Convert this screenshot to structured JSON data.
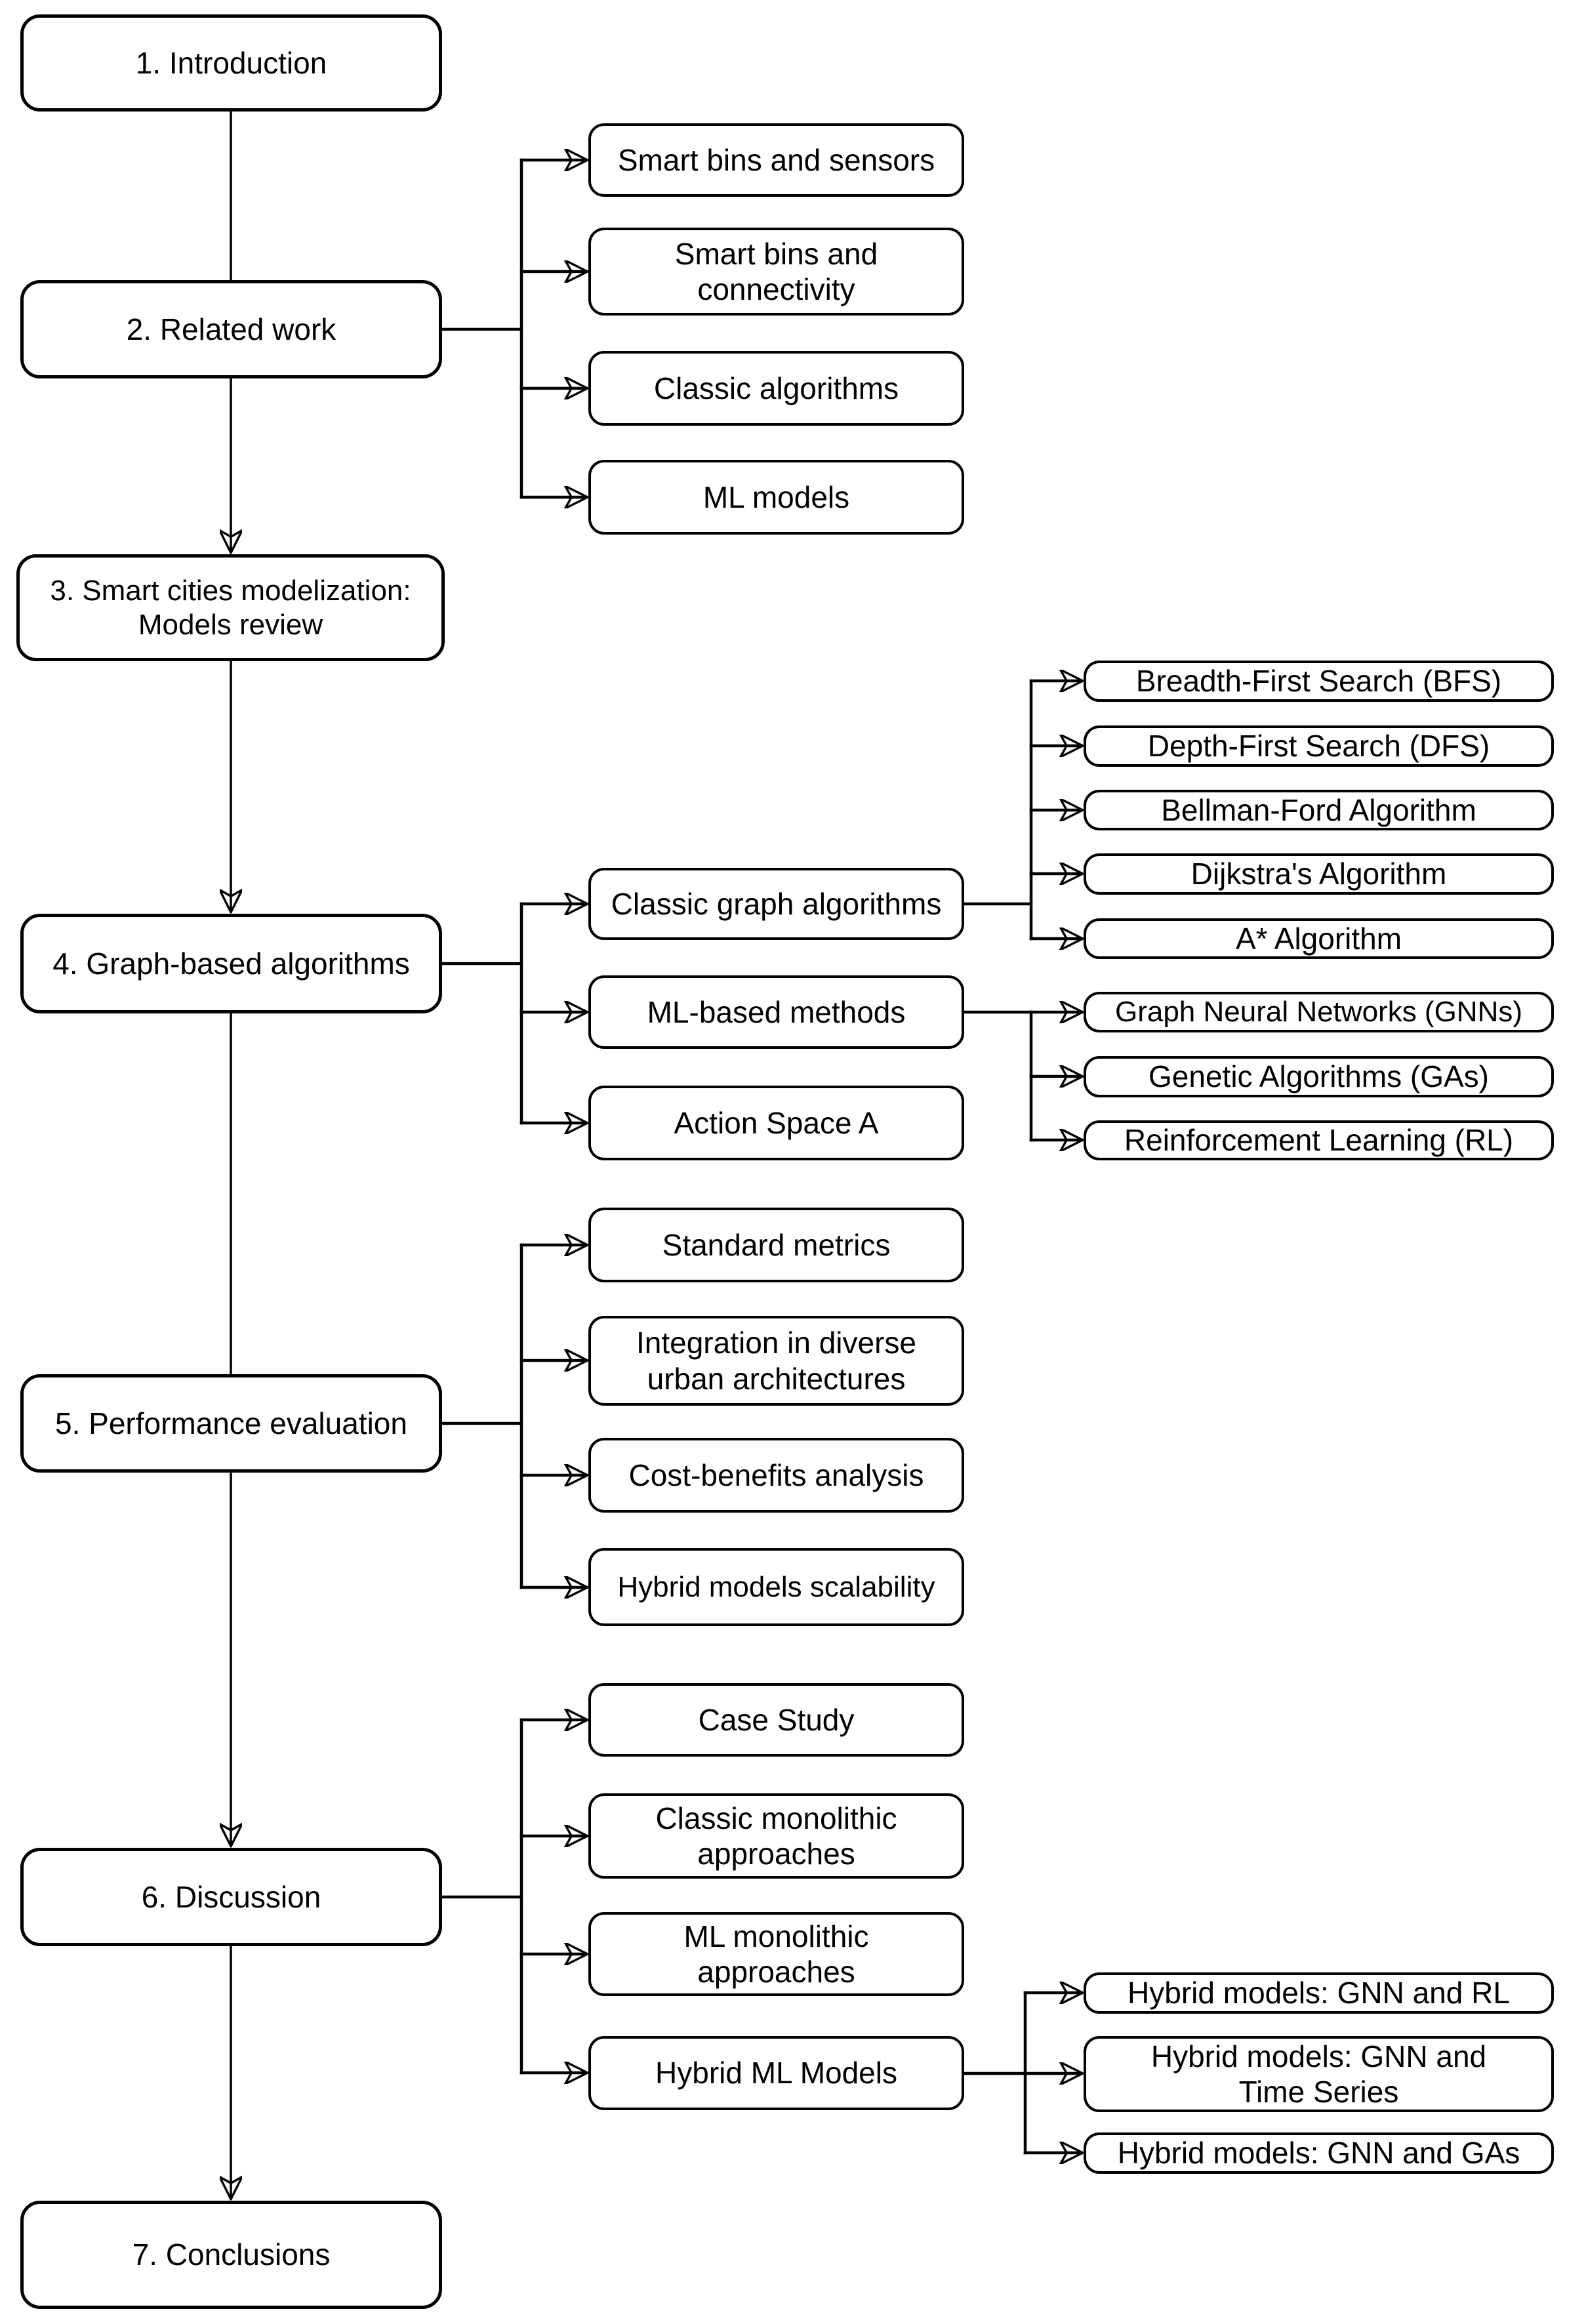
{
  "diagram": {
    "background": "#ffffff",
    "box_fill": "#ffffff",
    "box_border": "#000000",
    "line_color": "#000000",
    "text_color": "#000000"
  },
  "sections": {
    "intro": "1. Introduction",
    "related": "2. Related work",
    "smart_cities": "3. Smart cities modelization:\nModels review",
    "graph_based": "4. Graph-based algorithms",
    "performance": "5. Performance evaluation",
    "discussion": "6. Discussion",
    "conclusions": "7. Conclusions"
  },
  "subsections": {
    "smart_bins_sensors": "Smart bins and sensors",
    "smart_bins_connectivity": "Smart bins and\nconnectivity",
    "classic_algorithms": "Classic algorithms",
    "ml_models": "ML models",
    "classic_graph_algorithms": "Classic graph algorithms",
    "ml_based_methods": "ML-based methods",
    "action_space": "Action Space A",
    "standard_metrics": "Standard metrics",
    "integration_urban": "Integration in diverse\nurban architectures",
    "cost_benefits": "Cost-benefits analysis",
    "hybrid_scalability": "Hybrid models scalability",
    "case_study": "Case Study",
    "classic_monolithic": "Classic monolithic\napproaches",
    "ml_monolithic": "ML monolithic\napproaches",
    "hybrid_ml_models": "Hybrid ML Models"
  },
  "leaves": {
    "bfs": "Breadth-First Search (BFS)",
    "dfs": "Depth-First Search (DFS)",
    "bellman_ford": "Bellman-Ford Algorithm",
    "dijkstra": "Dijkstra's Algorithm",
    "a_star": "A* Algorithm",
    "gnns": "Graph Neural Networks (GNNs)",
    "gas": "Genetic Algorithms (GAs)",
    "rl": "Reinforcement Learning (RL)",
    "hybrid_gnn_rl": "Hybrid models: GNN and RL",
    "hybrid_gnn_ts": "Hybrid models: GNN and\nTime Series",
    "hybrid_gnn_gas": "Hybrid models: GNN and GAs"
  },
  "edges": [
    {
      "from": "intro",
      "to": "related",
      "arrowhead": false
    },
    {
      "from": "related",
      "to": "smart_cities",
      "arrowhead": true
    },
    {
      "from": "smart_cities",
      "to": "graph_based",
      "arrowhead": true
    },
    {
      "from": "graph_based",
      "to": "performance",
      "arrowhead": false
    },
    {
      "from": "performance",
      "to": "discussion",
      "arrowhead": true
    },
    {
      "from": "discussion",
      "to": "conclusions",
      "arrowhead": true
    },
    {
      "from": "related",
      "to": "smart_bins_sensors",
      "arrowhead": true
    },
    {
      "from": "related",
      "to": "smart_bins_connectivity",
      "arrowhead": true
    },
    {
      "from": "related",
      "to": "classic_algorithms",
      "arrowhead": true
    },
    {
      "from": "related",
      "to": "ml_models",
      "arrowhead": true
    },
    {
      "from": "graph_based",
      "to": "classic_graph_algorithms",
      "arrowhead": true
    },
    {
      "from": "graph_based",
      "to": "ml_based_methods",
      "arrowhead": true
    },
    {
      "from": "graph_based",
      "to": "action_space",
      "arrowhead": true
    },
    {
      "from": "performance",
      "to": "standard_metrics",
      "arrowhead": true
    },
    {
      "from": "performance",
      "to": "integration_urban",
      "arrowhead": true
    },
    {
      "from": "performance",
      "to": "cost_benefits",
      "arrowhead": true
    },
    {
      "from": "performance",
      "to": "hybrid_scalability",
      "arrowhead": true
    },
    {
      "from": "discussion",
      "to": "case_study",
      "arrowhead": true
    },
    {
      "from": "discussion",
      "to": "classic_monolithic",
      "arrowhead": true
    },
    {
      "from": "discussion",
      "to": "ml_monolithic",
      "arrowhead": true
    },
    {
      "from": "discussion",
      "to": "hybrid_ml_models",
      "arrowhead": true
    },
    {
      "from": "classic_graph_algorithms",
      "to": "bfs",
      "arrowhead": true
    },
    {
      "from": "classic_graph_algorithms",
      "to": "dfs",
      "arrowhead": true
    },
    {
      "from": "classic_graph_algorithms",
      "to": "bellman_ford",
      "arrowhead": true
    },
    {
      "from": "classic_graph_algorithms",
      "to": "dijkstra",
      "arrowhead": true
    },
    {
      "from": "classic_graph_algorithms",
      "to": "a_star",
      "arrowhead": true
    },
    {
      "from": "ml_based_methods",
      "to": "gnns",
      "arrowhead": true
    },
    {
      "from": "ml_based_methods",
      "to": "gas",
      "arrowhead": true
    },
    {
      "from": "ml_based_methods",
      "to": "rl",
      "arrowhead": true
    },
    {
      "from": "hybrid_ml_models",
      "to": "hybrid_gnn_rl",
      "arrowhead": true
    },
    {
      "from": "hybrid_ml_models",
      "to": "hybrid_gnn_ts",
      "arrowhead": true
    },
    {
      "from": "hybrid_ml_models",
      "to": "hybrid_gnn_gas",
      "arrowhead": true
    }
  ]
}
